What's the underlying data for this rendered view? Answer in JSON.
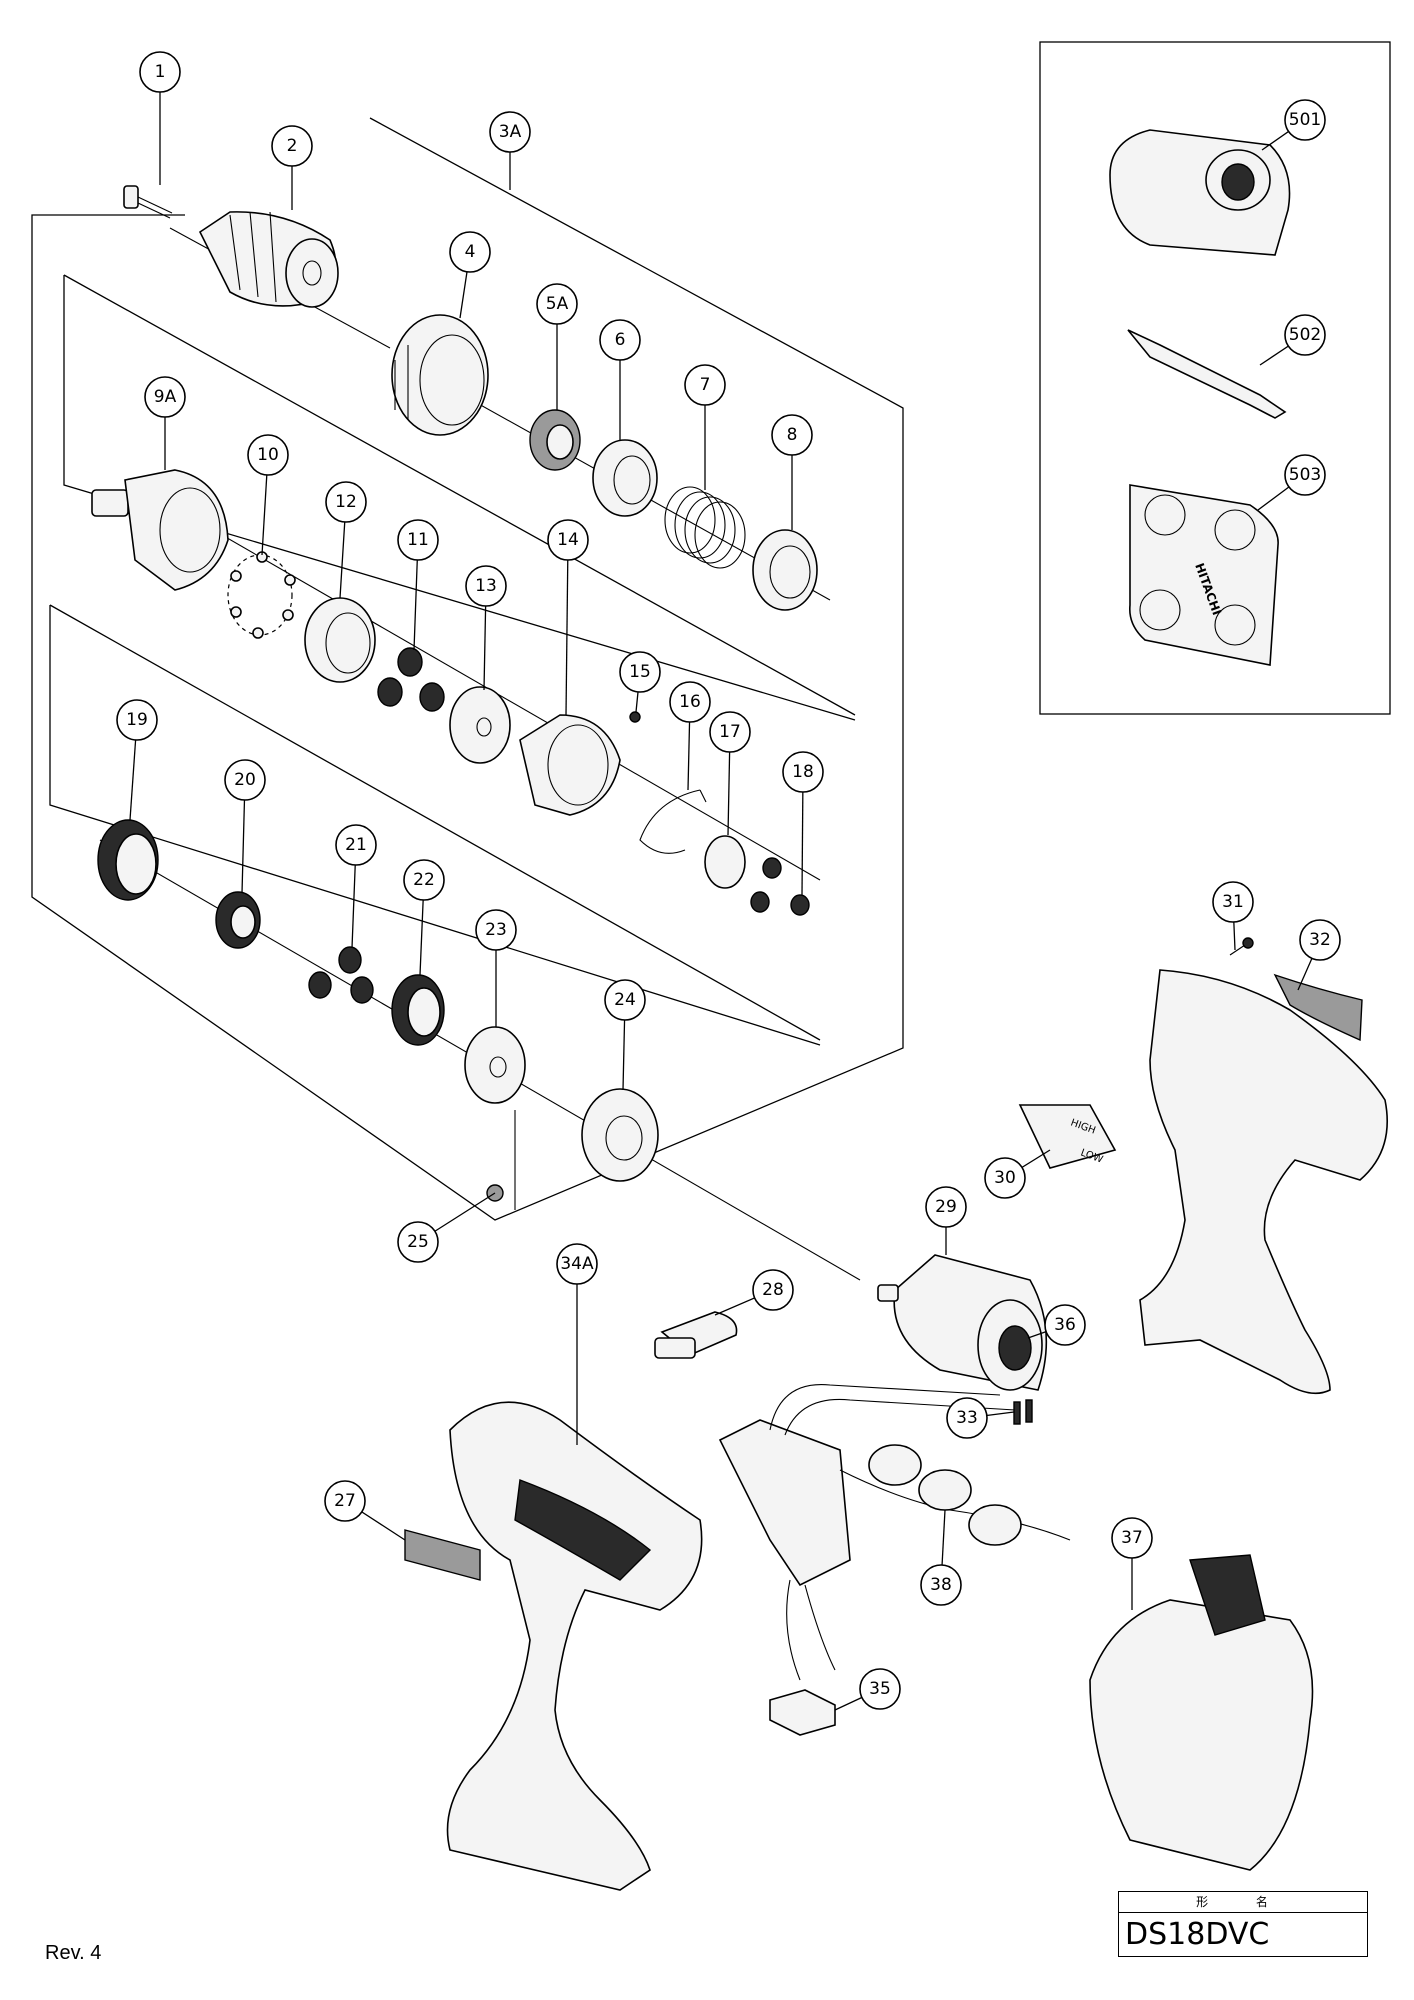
{
  "footer": {
    "revision": "Rev. 4"
  },
  "model_box": {
    "header": "形 名",
    "model": "DS18DVC"
  },
  "callouts": [
    {
      "id": "c1",
      "label": "1"
    },
    {
      "id": "c2",
      "label": "2"
    },
    {
      "id": "c3a",
      "label": "3A"
    },
    {
      "id": "c4",
      "label": "4"
    },
    {
      "id": "c5a",
      "label": "5A"
    },
    {
      "id": "c6",
      "label": "6"
    },
    {
      "id": "c7",
      "label": "7"
    },
    {
      "id": "c8",
      "label": "8"
    },
    {
      "id": "c9a",
      "label": "9A"
    },
    {
      "id": "c10",
      "label": "10"
    },
    {
      "id": "c11",
      "label": "11"
    },
    {
      "id": "c12",
      "label": "12"
    },
    {
      "id": "c13",
      "label": "13"
    },
    {
      "id": "c14",
      "label": "14"
    },
    {
      "id": "c15",
      "label": "15"
    },
    {
      "id": "c16",
      "label": "16"
    },
    {
      "id": "c17",
      "label": "17"
    },
    {
      "id": "c18",
      "label": "18"
    },
    {
      "id": "c19",
      "label": "19"
    },
    {
      "id": "c20",
      "label": "20"
    },
    {
      "id": "c21",
      "label": "21"
    },
    {
      "id": "c22",
      "label": "22"
    },
    {
      "id": "c23",
      "label": "23"
    },
    {
      "id": "c24",
      "label": "24"
    },
    {
      "id": "c25",
      "label": "25"
    },
    {
      "id": "c27",
      "label": "27"
    },
    {
      "id": "c28",
      "label": "28"
    },
    {
      "id": "c29",
      "label": "29"
    },
    {
      "id": "c30",
      "label": "30"
    },
    {
      "id": "c31",
      "label": "31"
    },
    {
      "id": "c32",
      "label": "32"
    },
    {
      "id": "c33",
      "label": "33"
    },
    {
      "id": "c34a",
      "label": "34A"
    },
    {
      "id": "c35",
      "label": "35"
    },
    {
      "id": "c36",
      "label": "36"
    },
    {
      "id": "c37",
      "label": "37"
    },
    {
      "id": "c38",
      "label": "38"
    },
    {
      "id": "c501",
      "label": "501"
    },
    {
      "id": "c502",
      "label": "502"
    },
    {
      "id": "c503",
      "label": "503"
    }
  ],
  "part_text": {
    "case_brand": "HITACHI",
    "switch_high": "HIGH",
    "switch_low": "LOW"
  }
}
